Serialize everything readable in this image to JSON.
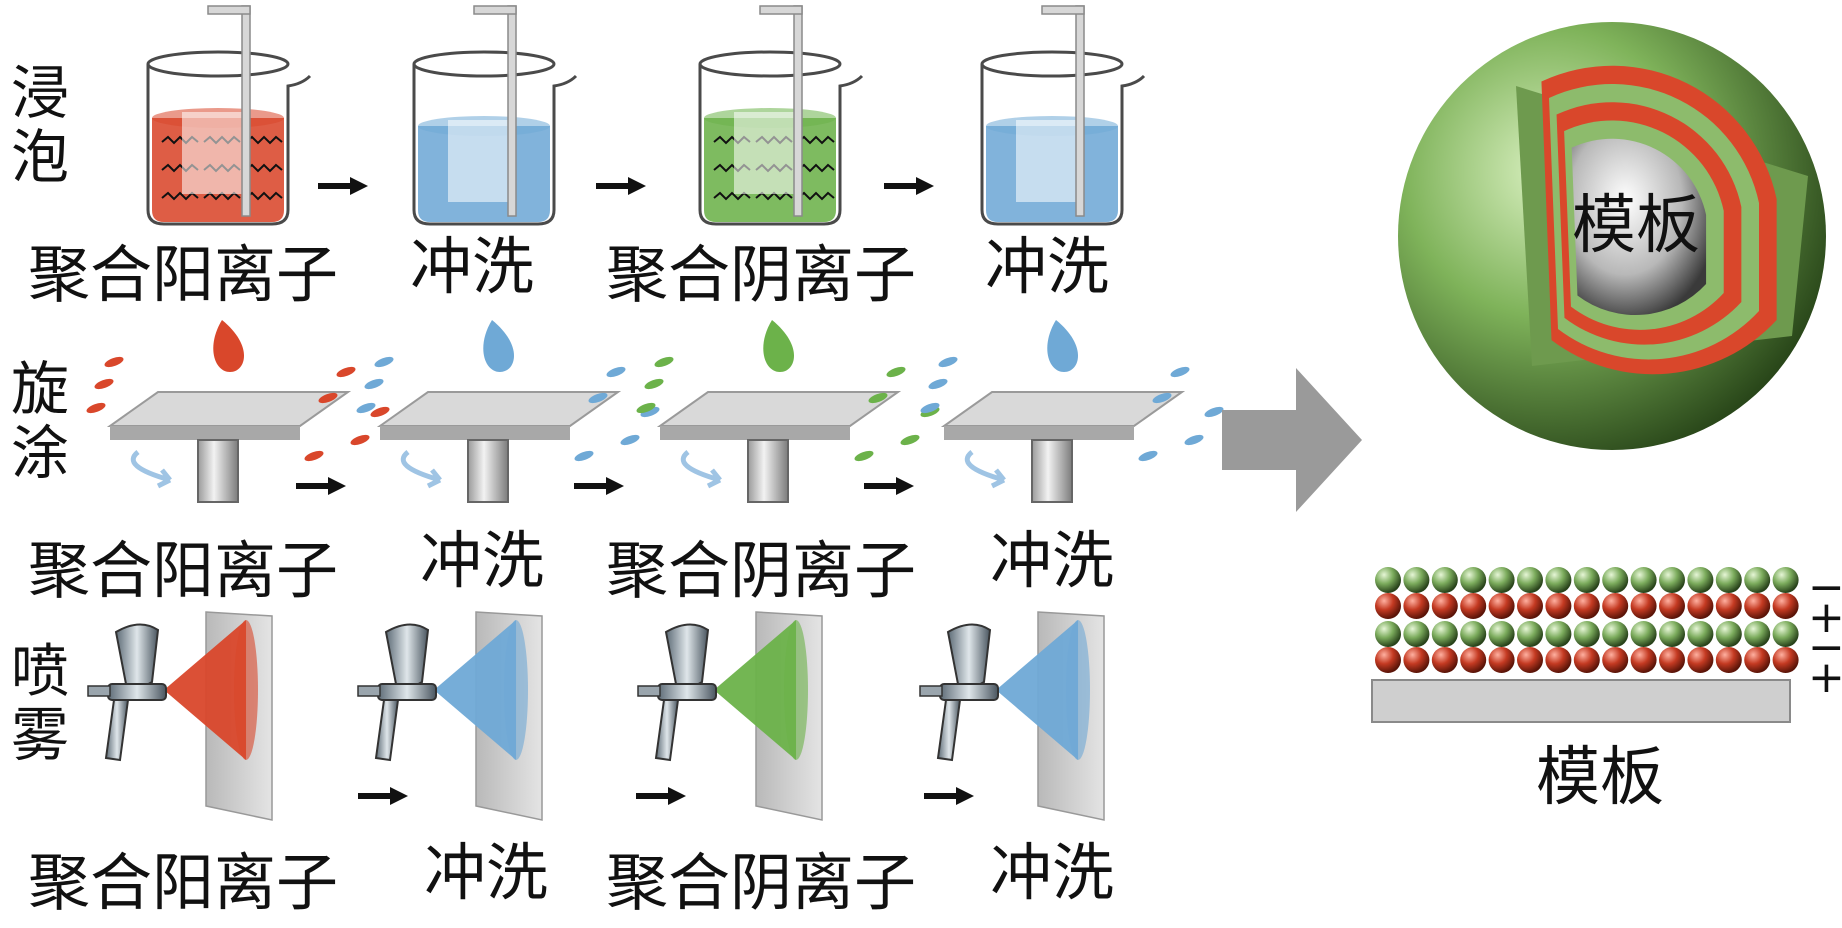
{
  "methods": [
    {
      "id": "dip",
      "label": "浸泡"
    },
    {
      "id": "spin",
      "label": "旋涂"
    },
    {
      "id": "spray",
      "label": "喷雾"
    }
  ],
  "steps": [
    {
      "label": "聚合阳离子",
      "color": "#d9472b"
    },
    {
      "label": "冲洗",
      "color": "#6fa9d6"
    },
    {
      "label": "聚合阴离子",
      "color": "#6cb24a"
    },
    {
      "label": "冲洗",
      "color": "#6fa9d6"
    }
  ],
  "sphere_label": "模板",
  "substrate_label": "模板",
  "layer_signs": [
    "−",
    "+",
    "−",
    "+"
  ],
  "colors": {
    "cation": "#d9472b",
    "anion": "#6cb24a",
    "rinse": "#6fa9d6",
    "arrow": "#9a9a9a"
  }
}
